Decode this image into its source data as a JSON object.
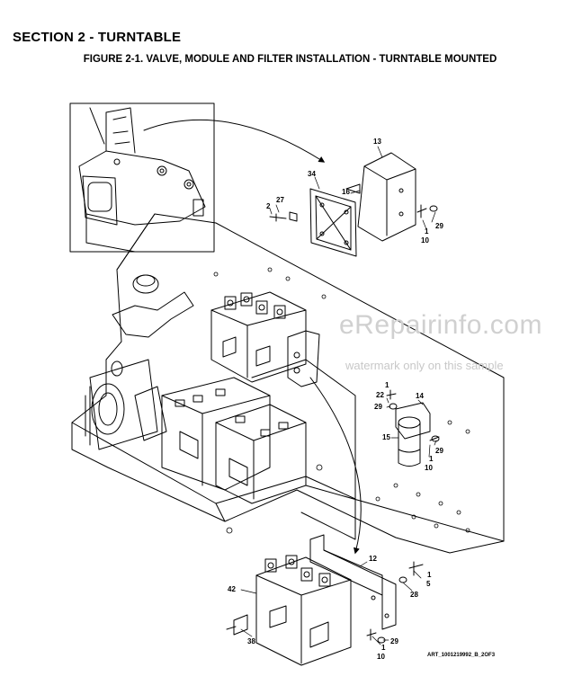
{
  "header": {
    "section": "SECTION 2 - TURNTABLE",
    "figure": "FIGURE 2-1. VALVE, MODULE AND FILTER INSTALLATION - TURNTABLE MOUNTED"
  },
  "watermark": {
    "site": "eRepairinfo.com",
    "note": "watermark only on this sample"
  },
  "art_id": "ART_1001219992_B_2OF3",
  "callouts": {
    "c13": "13",
    "c34": "34",
    "c16": "16",
    "c27": "27",
    "c2": "2",
    "c29a": "29",
    "c1a": "1",
    "c10a": "10",
    "c14": "14",
    "c1b": "1",
    "c22": "22",
    "c29b": "29",
    "c15": "15",
    "c29c": "29",
    "c1c": "1",
    "c10b": "10",
    "c12": "12",
    "c1d": "1",
    "c5": "5",
    "c28": "28",
    "c42": "42",
    "c38": "38",
    "c29d": "29",
    "c1e": "1",
    "c10c": "10"
  },
  "colors": {
    "ink": "#000000",
    "watermark": "#d0d0d0"
  }
}
